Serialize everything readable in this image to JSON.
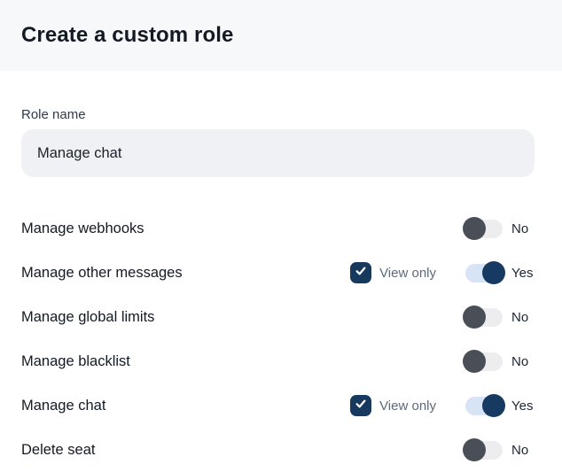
{
  "header": {
    "title": "Create a custom role"
  },
  "form": {
    "role_name_label": "Role name",
    "role_name_value": "Manage chat"
  },
  "permissions": [
    {
      "label": "Manage webhooks",
      "has_view_only": false,
      "view_only_label": "",
      "view_only_checked": false,
      "enabled": false,
      "toggle_label": "No"
    },
    {
      "label": "Manage other messages",
      "has_view_only": true,
      "view_only_label": "View only",
      "view_only_checked": true,
      "enabled": true,
      "toggle_label": "Yes"
    },
    {
      "label": "Manage global limits",
      "has_view_only": false,
      "view_only_label": "",
      "view_only_checked": false,
      "enabled": false,
      "toggle_label": "No"
    },
    {
      "label": "Manage blacklist",
      "has_view_only": false,
      "view_only_label": "",
      "view_only_checked": false,
      "enabled": false,
      "toggle_label": "No"
    },
    {
      "label": "Manage chat",
      "has_view_only": true,
      "view_only_label": "View only",
      "view_only_checked": true,
      "enabled": true,
      "toggle_label": "Yes"
    },
    {
      "label": "Delete seat",
      "has_view_only": false,
      "view_only_label": "",
      "view_only_checked": false,
      "enabled": false,
      "toggle_label": "No"
    }
  ],
  "colors": {
    "header_bg": "#f7f8fa",
    "body_bg": "#ffffff",
    "input_bg": "#f0f1f4",
    "accent_navy": "#163a61",
    "checkbox_navy": "#17395e",
    "toggle_on_track": "#d6e4f6",
    "toggle_off_track": "#ededf0",
    "toggle_off_knob": "#4a4e57",
    "view_only_text": "#5b6b7c",
    "text_primary": "#141a24"
  }
}
